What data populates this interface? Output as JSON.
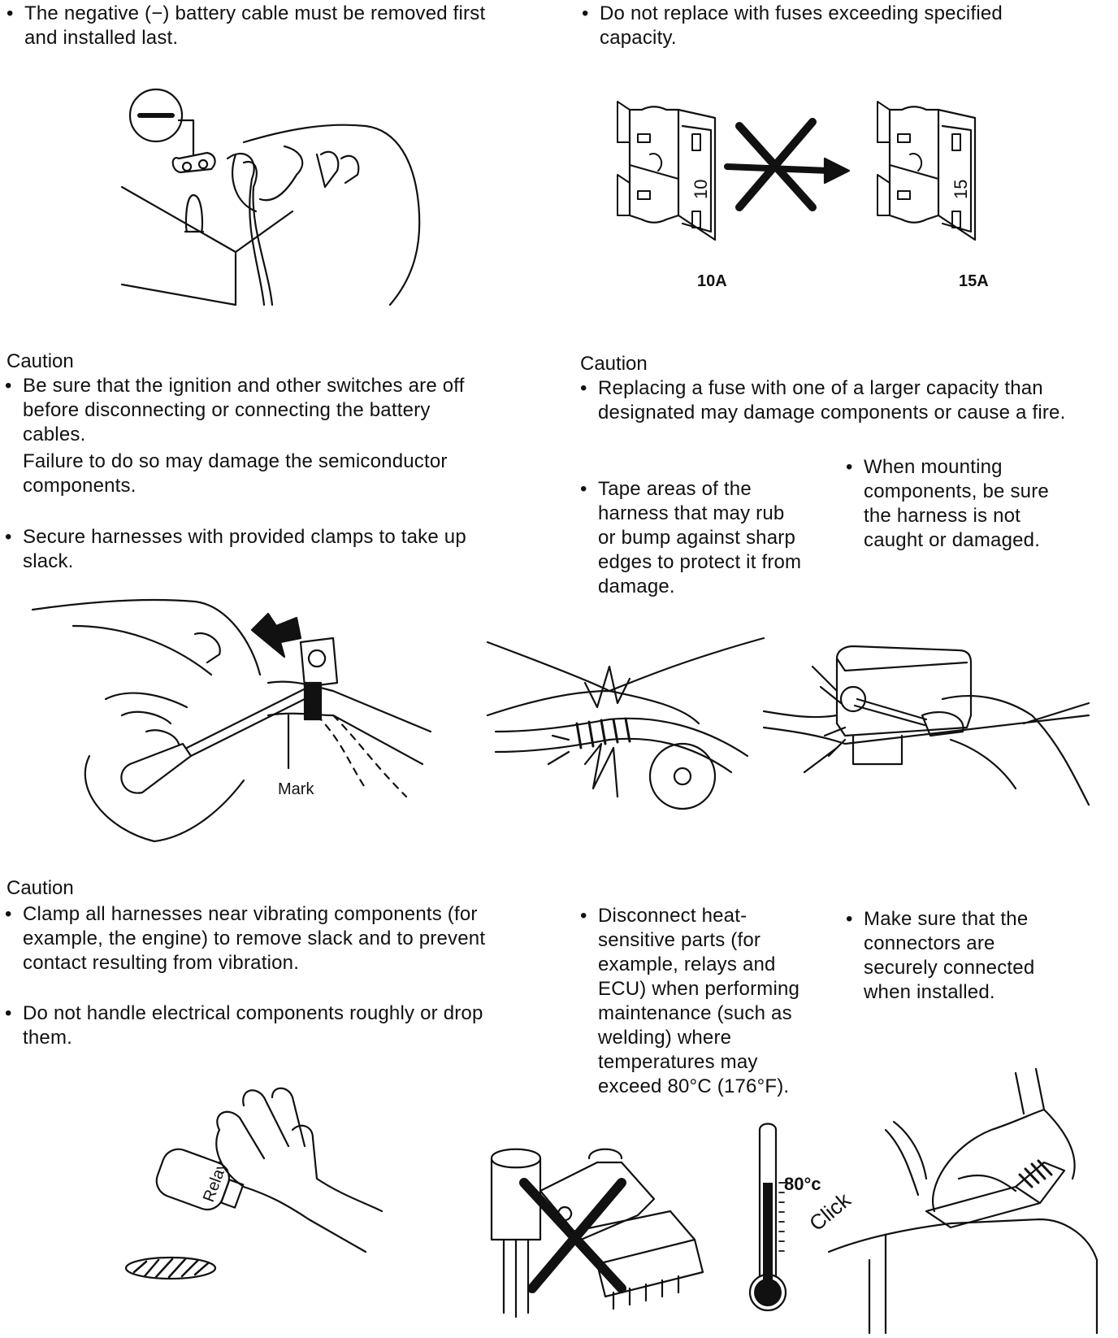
{
  "top_left": {
    "bullet": "•",
    "lines": [
      "The negative (−) battery cable must be removed first",
      "and installed last."
    ]
  },
  "top_right": {
    "bullet": "•",
    "lines": [
      "Do not replace with fuses exceeding specified",
      "capacity."
    ],
    "fuse_left_label": "10A",
    "fuse_right_label": "15A",
    "fuse_left_number": "10",
    "fuse_right_number": "15"
  },
  "mid_left": {
    "caution": "Caution",
    "bullet1_lines": [
      "Be sure that the ignition and other switches are off",
      "before disconnecting or connecting the battery",
      "cables.",
      "Failure to do so may damage the semiconductor",
      "components."
    ],
    "bullet2_lines": [
      "Secure harnesses with provided clamps to take up",
      "slack."
    ],
    "mark_label": "Mark"
  },
  "mid_right": {
    "caution": "Caution",
    "bullet1_lines": [
      "Replacing a fuse with one of a larger capacity than",
      "designated may damage components or cause a fire."
    ],
    "tape_lines": [
      "Tape areas of the",
      "harness that may rub",
      "or bump against sharp",
      "edges to protect it from",
      "damage."
    ],
    "mount_lines": [
      "When mounting",
      "components, be sure",
      "the harness is not",
      "caught or damaged."
    ]
  },
  "bottom_left": {
    "caution": "Caution",
    "bullet1_lines": [
      "Clamp all harnesses near vibrating components (for",
      "example, the engine) to remove slack and to prevent",
      "contact resulting from vibration."
    ],
    "bullet2_lines": [
      "Do not handle electrical components roughly or drop",
      "them."
    ],
    "relay_label": "Relay"
  },
  "bottom_right": {
    "heat_lines": [
      "Disconnect heat-",
      "sensitive parts (for",
      "example, relays and",
      "ECU) when performing",
      "maintenance (such as",
      "welding) where",
      "temperatures may",
      "exceed 80°C (176°F)."
    ],
    "conn_lines": [
      "Make sure that the",
      "connectors are",
      "securely connected",
      "when installed."
    ],
    "thermo_label": "80°c",
    "click_label": "Click"
  }
}
